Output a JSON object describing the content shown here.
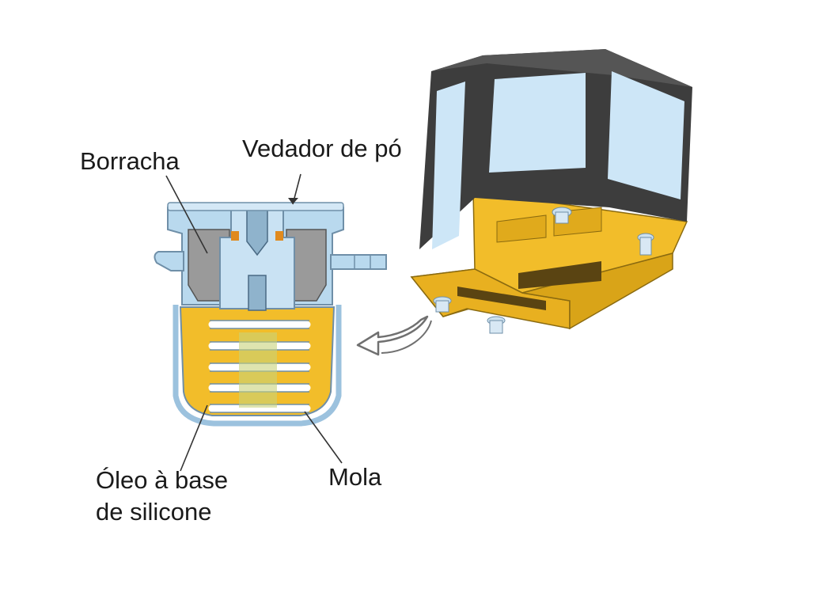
{
  "labels": {
    "rubber": "Borracha",
    "dust_seal": "Vedador de pó",
    "silicone_oil_line1": "Óleo à base",
    "silicone_oil_line2": "de silicone",
    "spring": "Mola"
  },
  "colors": {
    "oil_yellow": "#f2bd2a",
    "cab_frame": "#3d3d3d",
    "window_glass": "#cde6f7",
    "housing_blue": "#b9d9ee",
    "housing_outline": "#6f8fa8",
    "rubber_gray": "#9a9a9a",
    "spring_white": "#f4f8fb",
    "seal_orange": "#e08a1e"
  },
  "icons": {
    "arrow": "curved-arrow-icon"
  }
}
